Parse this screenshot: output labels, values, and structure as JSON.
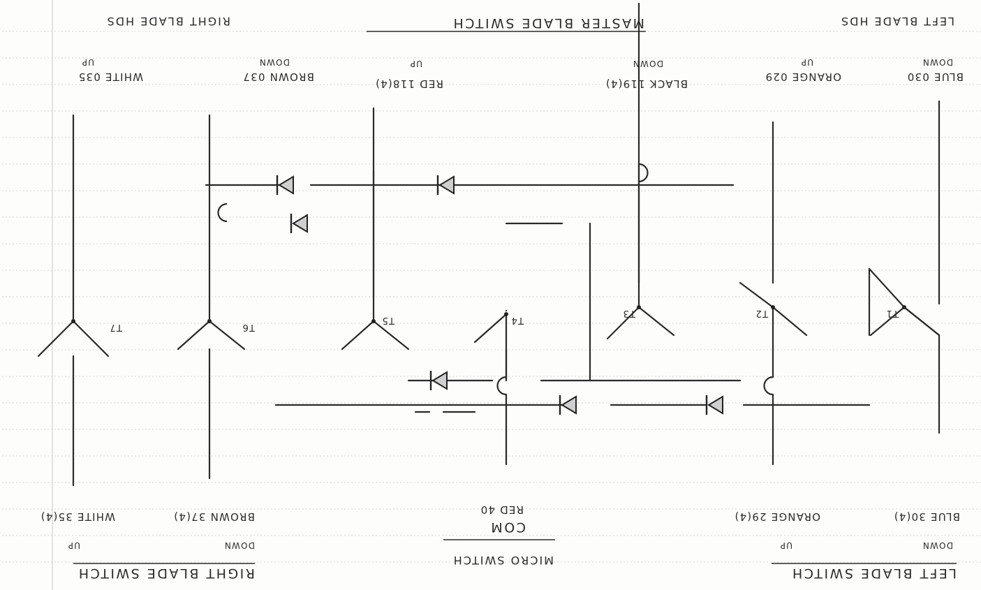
{
  "top_section": {
    "left_title": "LEFT BLADE SWITCH",
    "left_down": "DOWN",
    "left_up": "UP",
    "left_wire_blue": "BLUE 30(4)",
    "left_wire_orange": "ORANGE 29(4)",
    "micro_title": "MICRO SWITCH",
    "micro_com": "COM",
    "micro_wire": "RED 40",
    "right_title": "RIGHT BLADE SWITCH",
    "right_down": "DOWN",
    "right_up": "UP",
    "right_wire_brown": "BROWN 37(4)",
    "right_wire_white": "WHITE 35(4)"
  },
  "terminals": [
    "T1",
    "T2",
    "T3",
    "T4",
    "T5",
    "T6",
    "T7"
  ],
  "bottom_section": {
    "left_hds": "LEFT BLADE HDS",
    "master_title": "MASTER BLADE SWITCH",
    "right_hds": "RIGHT BLADE HDS",
    "down_1": "DOWN",
    "up_1": "UP",
    "down_2": "DOWN",
    "up_2": "UP",
    "down_3": "DOWN",
    "up_3": "UP",
    "wire_blue": "BLUE 030",
    "wire_orange": "ORANGE 029",
    "wire_black": "BLACK 119(4)",
    "wire_red": "RED 118(4)",
    "wire_brown": "BROWN 037",
    "wire_white": "WHITE 035"
  }
}
